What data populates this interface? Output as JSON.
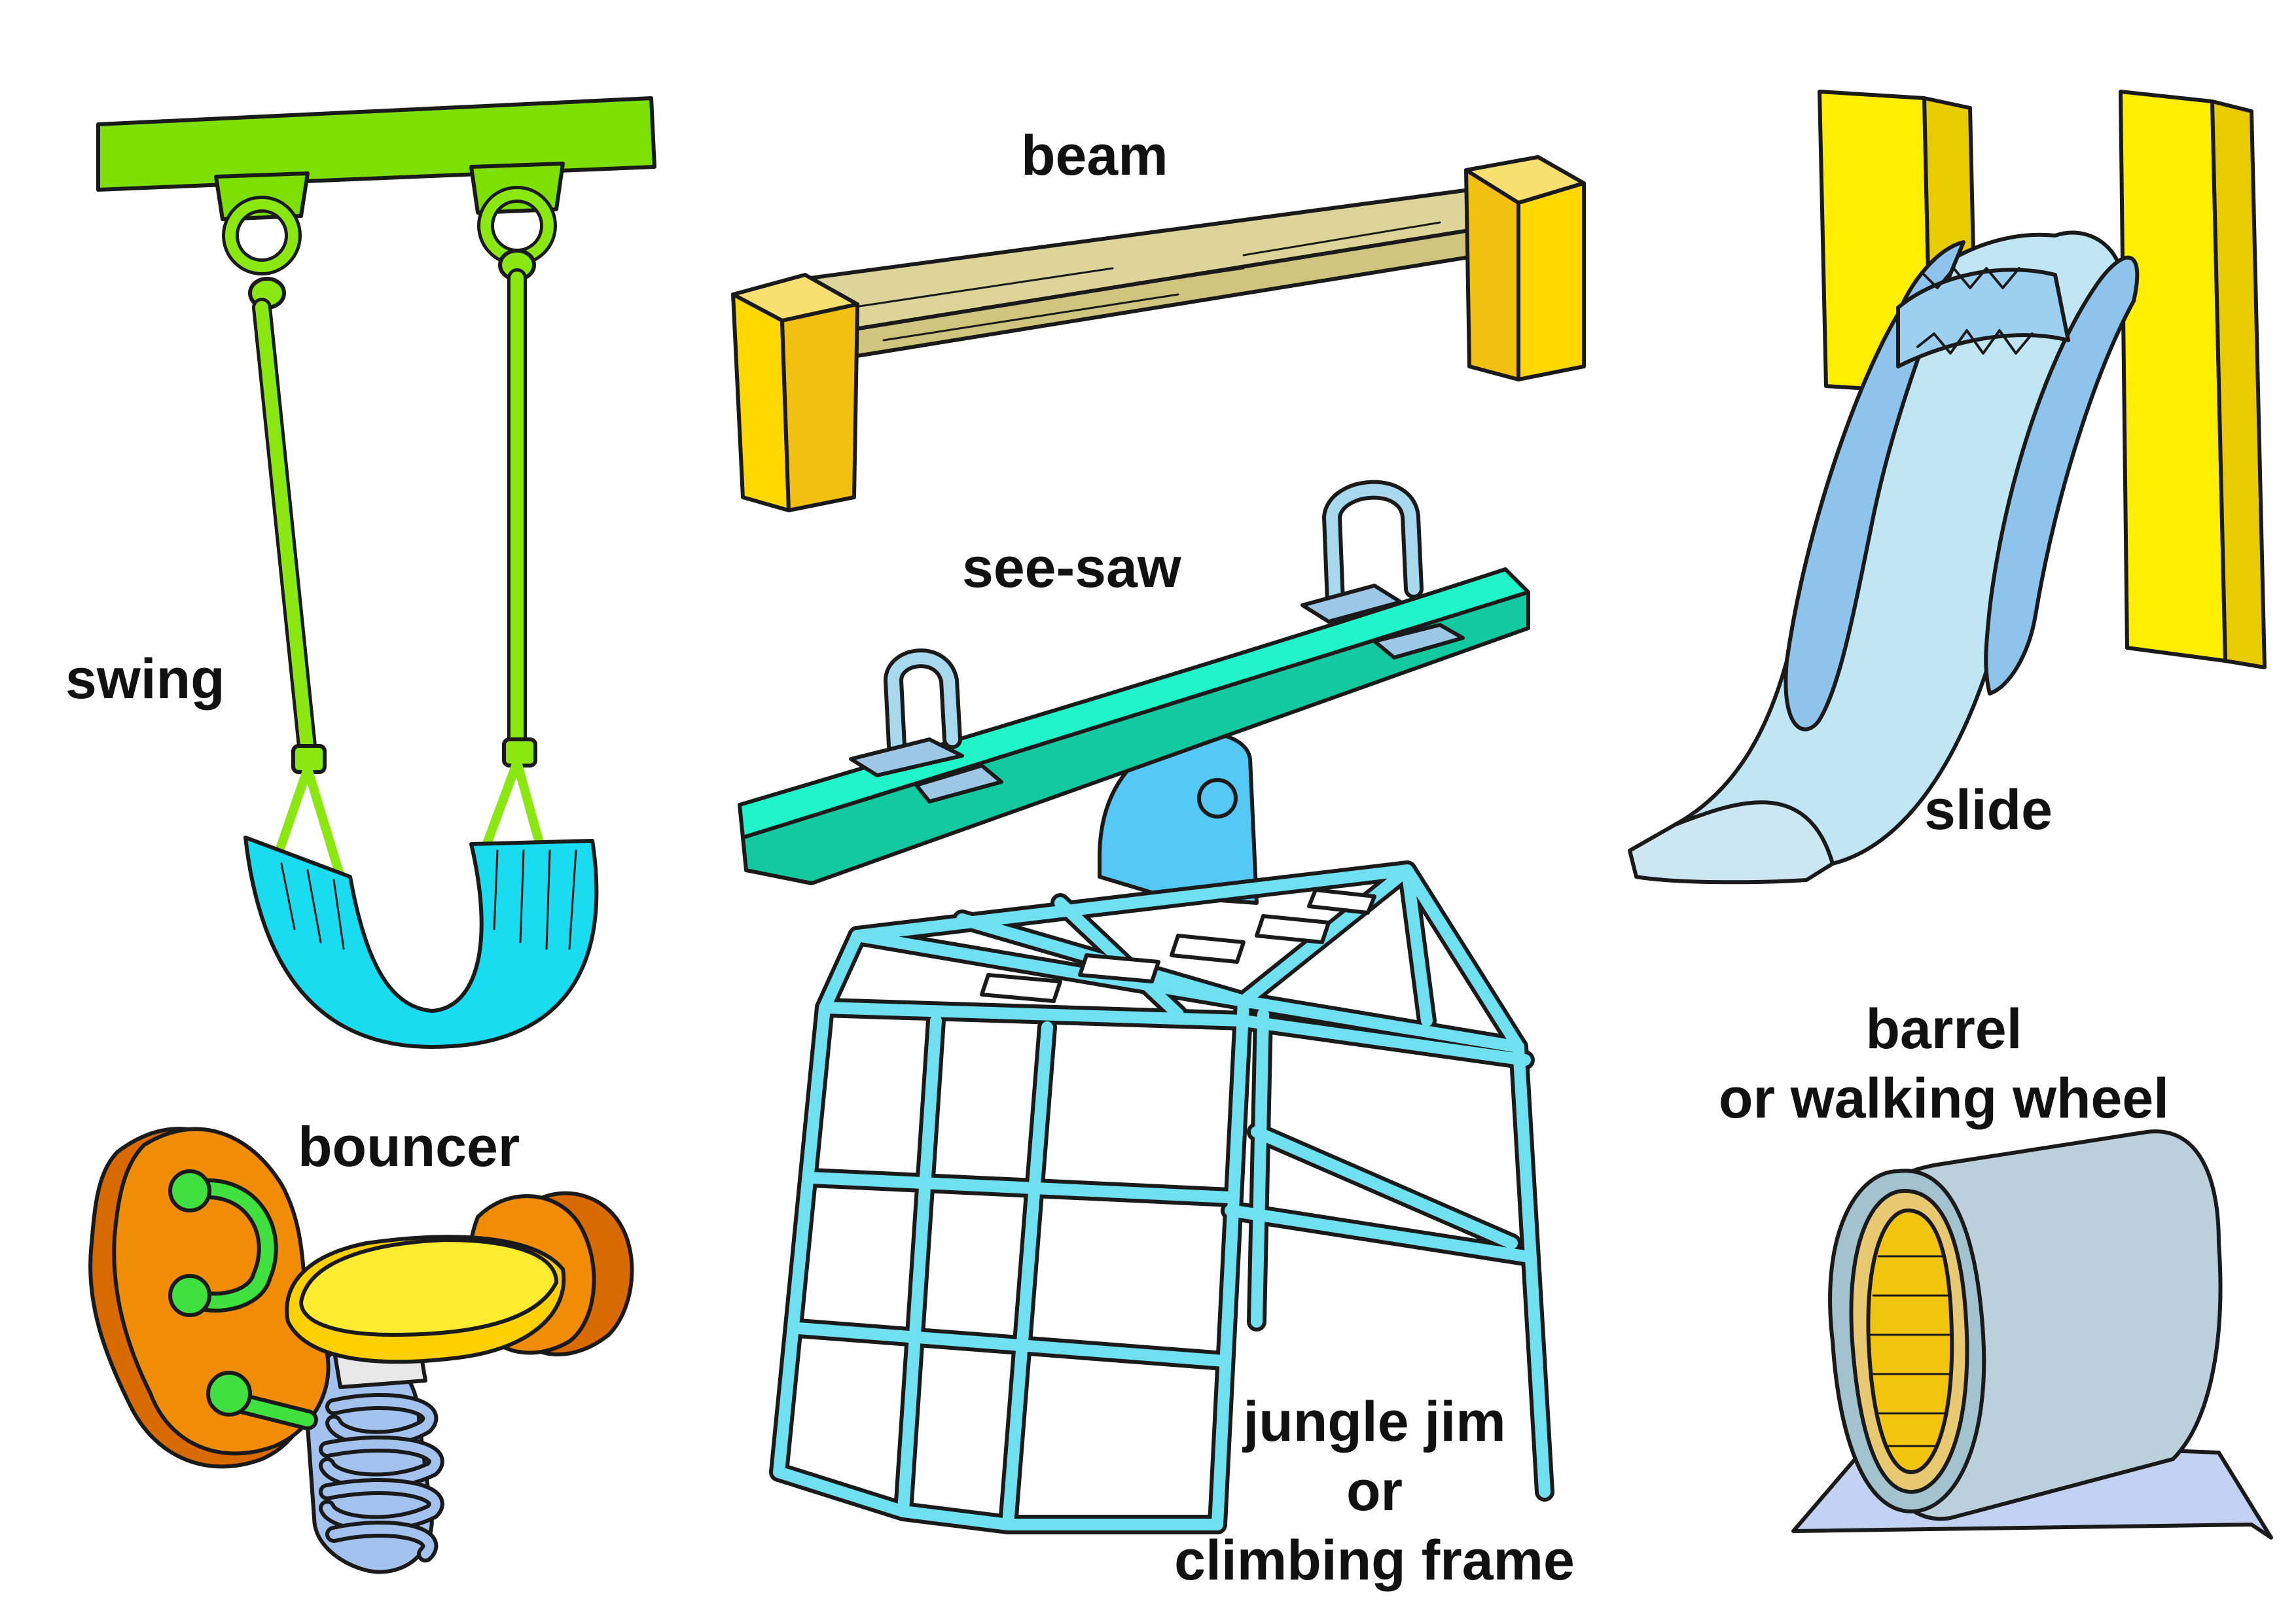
{
  "items": {
    "swing": {
      "label": "swing"
    },
    "beam": {
      "label": "beam"
    },
    "seesaw": {
      "label": "see-saw"
    },
    "slide": {
      "label": "slide"
    },
    "bouncer": {
      "label": "bouncer"
    },
    "barrel": {
      "line1": "barrel",
      "line2": "or walking wheel"
    },
    "jungle": {
      "line1": "jungle jim",
      "line2": "or",
      "line3": "climbing frame"
    }
  },
  "colors": {
    "outline": "#1a1a1a",
    "swing_bar": "#7ee000",
    "swing_seat": "#19dcf0",
    "beam_top": "#ddd49a",
    "beam_posts": "#f2cd10",
    "seesaw_board": "#1ff5c8",
    "seesaw_base": "#55c8f5",
    "slide_body": "#a8d4f0",
    "slide_posts": "#ffee00",
    "bouncer_wood": "#f08c05",
    "bouncer_seat": "#ffec30",
    "bouncer_spring": "#a3c2ee",
    "jungle_frame": "#6fe0f0",
    "barrel_body": "#bcd0dc",
    "barrel_inner": "#f2c40e"
  }
}
